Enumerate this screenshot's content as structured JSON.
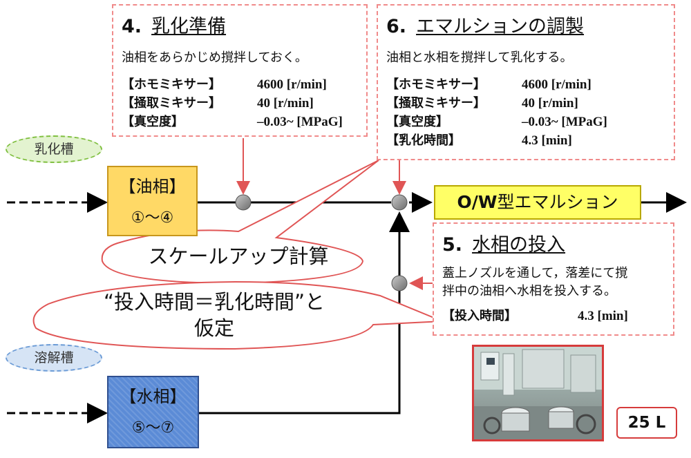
{
  "step4": {
    "num": "4.",
    "title": "乳化準備",
    "desc": "油相をあらかじめ撹拌しておく。",
    "params": [
      {
        "label": "【ホモミキサー】",
        "value": "4600 [r/min]"
      },
      {
        "label": "【掻取ミキサー】",
        "value": "40 [r/min]"
      },
      {
        "label": "【真空度】",
        "value": "–0.03~ [MPaG]"
      }
    ]
  },
  "step6": {
    "num": "6.",
    "title": "エマルションの調製",
    "desc": "油相と水相を撹拌して乳化する。",
    "params": [
      {
        "label": "【ホモミキサー】",
        "value": "4600 [r/min]"
      },
      {
        "label": "【掻取ミキサー】",
        "value": "40 [r/min]"
      },
      {
        "label": "【真空度】",
        "value": "–0.03~ [MPaG]"
      },
      {
        "label": "【乳化時間】",
        "value": "4.3 [min]"
      }
    ]
  },
  "step5": {
    "num": "5.",
    "title": "水相の投入",
    "desc_line1": "蓋上ノズルを通して，落差にて撹",
    "desc_line2": "拌中の油相へ水相を投入する。",
    "param": {
      "label": "【投入時間】",
      "value": "4.3 [min]"
    }
  },
  "tanks": {
    "emulsify": "乳化槽",
    "dissolve": "溶解槽"
  },
  "oil_phase": {
    "name": "【油相】",
    "range": "①～④",
    "fill": "#ffd966",
    "border": "#c7961c"
  },
  "water_phase": {
    "name": "【水相】",
    "range": "⑤～⑦",
    "fill": "#5b8bd6",
    "border": "#2f4f8f"
  },
  "product": {
    "label_a": "O/W",
    "label_b": "型エマルション",
    "fill": "#ffff66",
    "border": "#b8a800"
  },
  "callouts": {
    "scale_up": "スケールアップ計算",
    "assume_line1": "“投入時間＝乳化時間”と",
    "assume_line2": "仮定"
  },
  "capacity": "25 L",
  "photo": {
    "icon": "mixer-equipment-photo",
    "frame_color": "#d63b3b"
  },
  "colors": {
    "accent_red": "#e05555",
    "line": "#000000",
    "node": "#8a8a8a"
  }
}
